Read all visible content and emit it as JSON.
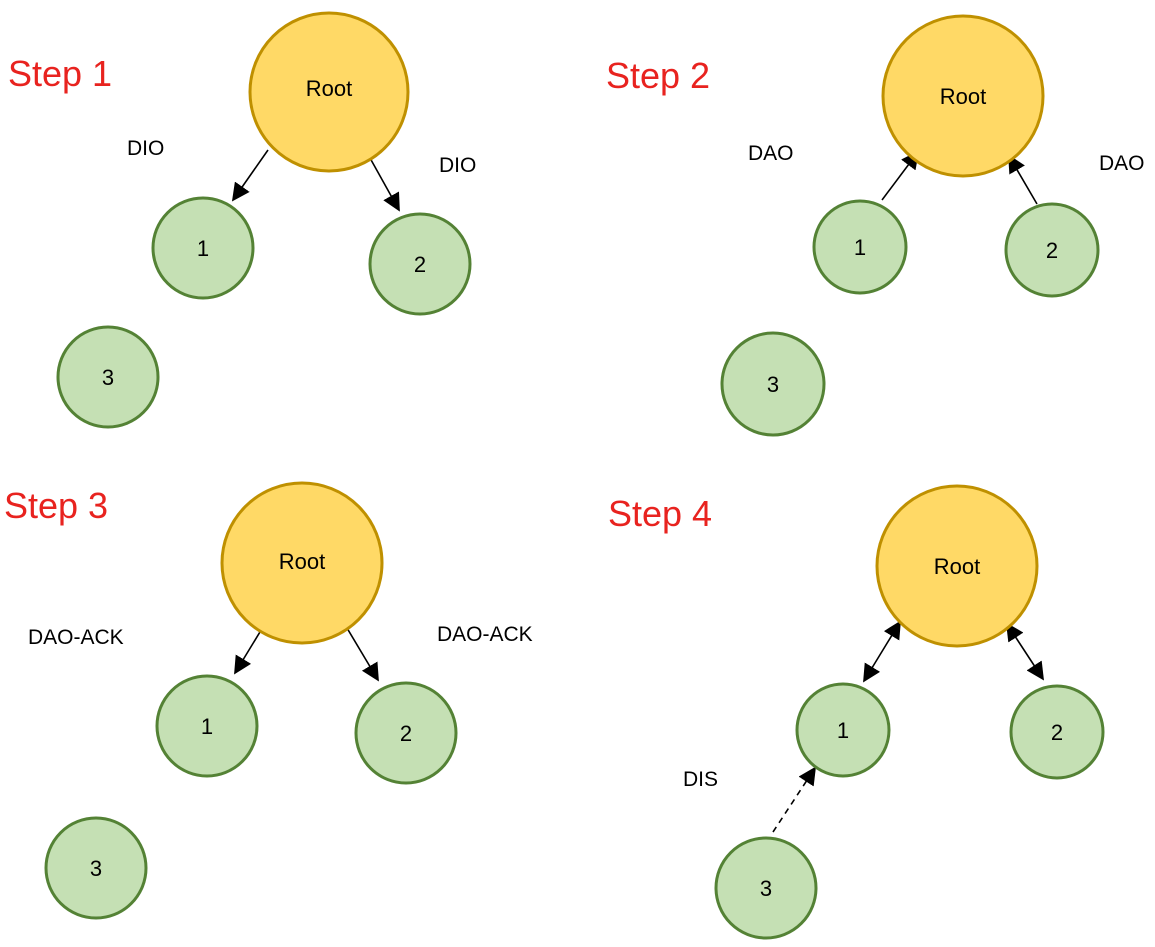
{
  "steps": [
    {
      "title": "Step 1",
      "nodes": {
        "root": "Root",
        "n1": "1",
        "n2": "2",
        "n3": "3"
      },
      "messages": {
        "left": "DIO",
        "right": "DIO"
      }
    },
    {
      "title": "Step 2",
      "nodes": {
        "root": "Root",
        "n1": "1",
        "n2": "2",
        "n3": "3"
      },
      "messages": {
        "left": "DAO",
        "right": "DAO"
      }
    },
    {
      "title": "Step 3",
      "nodes": {
        "root": "Root",
        "n1": "1",
        "n2": "2",
        "n3": "3"
      },
      "messages": {
        "left": "DAO-ACK",
        "right": "DAO-ACK"
      }
    },
    {
      "title": "Step 4",
      "nodes": {
        "root": "Root",
        "n1": "1",
        "n2": "2",
        "n3": "3"
      },
      "messages": {
        "bottom": "DIS"
      }
    }
  ],
  "colors": {
    "title": "#e8231f",
    "root_fill": "#ffd966",
    "root_stroke": "#bf9000",
    "node_fill": "#c5e0b4",
    "node_stroke": "#548235"
  }
}
